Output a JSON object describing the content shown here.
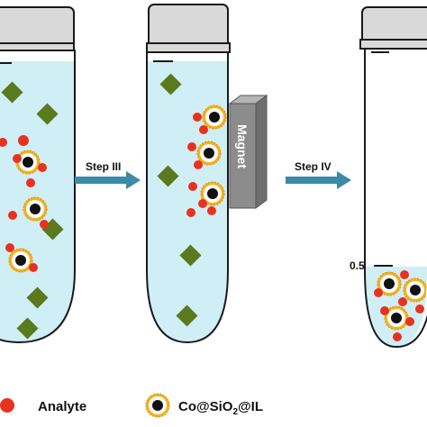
{
  "steps": {
    "step3_label": "Step III",
    "step4_label": "Step IV"
  },
  "magnet": {
    "label": "Magnet"
  },
  "tube3": {
    "volume_label": "0.5"
  },
  "legend": {
    "analyte_label": "Analyte",
    "particle_label_prefix": "Co@SiO",
    "particle_label_subscript": "2",
    "particle_label_suffix": "@IL"
  },
  "colors": {
    "liquid": "#cfeef5",
    "tube_outline": "#1a1a1a",
    "cap_fill": "#d9d9d9",
    "diamond": "#5a7a1e",
    "analyte": "#e8321f",
    "particle_ring": "#f5b21a",
    "particle_core": "#111111",
    "arrow": "#3b8aa6",
    "magnet_front": "#8c8c8c",
    "magnet_side": "#6e6e6e",
    "magnet_top": "#b5b5b5"
  },
  "icons": {
    "contaminant": "green-diamond-icon",
    "analyte": "red-dot-icon",
    "particle": "magnetic-particle-icon"
  }
}
